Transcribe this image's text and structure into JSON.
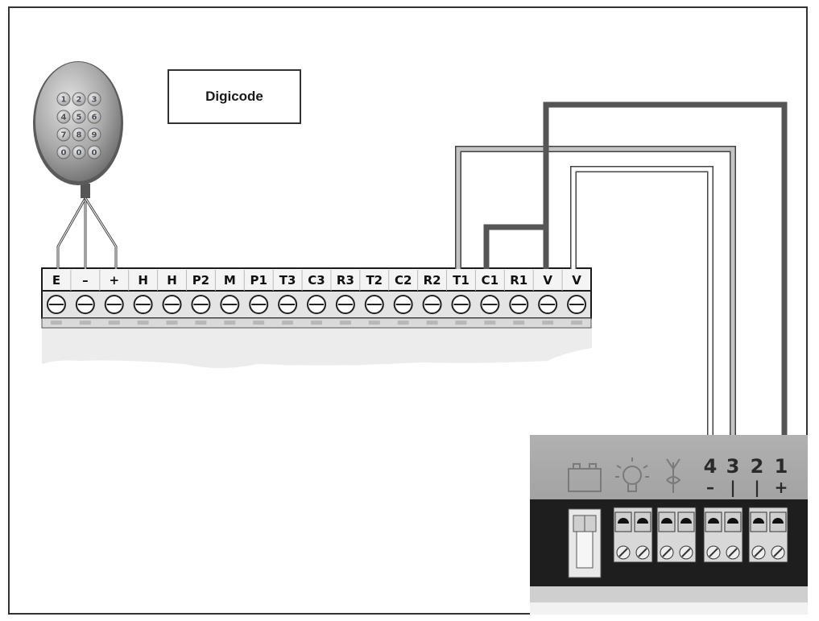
{
  "diagram": {
    "label": "Digicode",
    "keypad_keys": [
      "1",
      "2",
      "3",
      "4",
      "5",
      "6",
      "7",
      "8",
      "9",
      "0",
      "0",
      "0"
    ],
    "terminal_labels": [
      "E",
      "–",
      "+",
      "H",
      "H",
      "P2",
      "M",
      "P1",
      "T3",
      "C3",
      "R3",
      "T2",
      "C2",
      "R2",
      "T1",
      "C1",
      "R1",
      "V",
      "V"
    ],
    "receiver_terminals": [
      {
        "number": "4",
        "sign": "–"
      },
      {
        "number": "3",
        "sign": "|"
      },
      {
        "number": "2",
        "sign": "|"
      },
      {
        "number": "1",
        "sign": "+"
      }
    ],
    "icons": [
      "battery-icon",
      "light-bulb-icon",
      "antenna-icon"
    ],
    "colors": {
      "frame": "#333333",
      "dark_wire": "#555555",
      "light_wire": "#bbbbbb",
      "terminal_block": "#e4e4e4",
      "receiver_panel": "#9e9e9e",
      "receiver_socket": "#1e1e1e"
    }
  }
}
